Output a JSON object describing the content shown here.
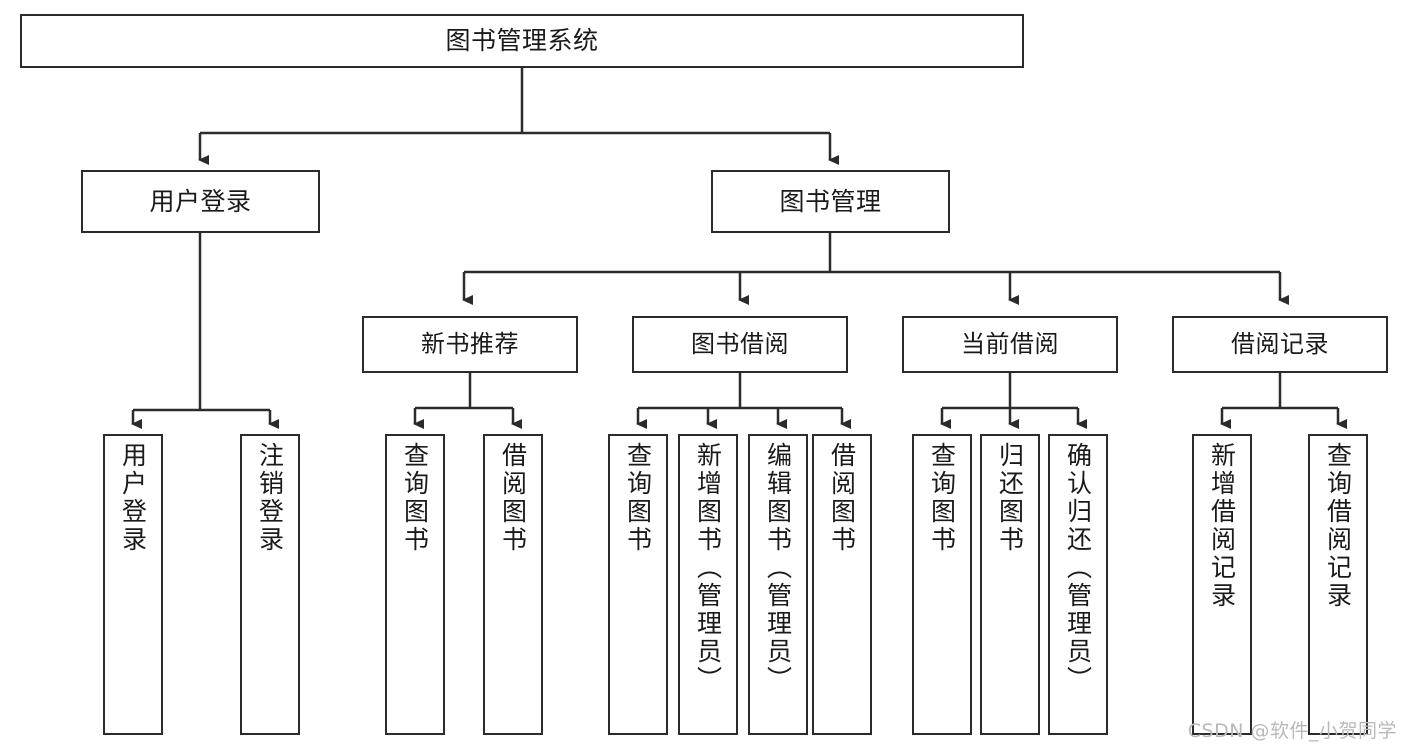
{
  "diagram": {
    "title": "图书管理系统",
    "type": "tree-hierarchy-chart",
    "watermark": "CSDN @软件_小贺同学",
    "root": {
      "id": "root",
      "label": "图书管理系统"
    },
    "level2": [
      {
        "id": "user-login",
        "label": "用户登录"
      },
      {
        "id": "book-manage",
        "label": "图书管理"
      }
    ],
    "level3": [
      {
        "id": "new-book-recommend",
        "label": "新书推荐"
      },
      {
        "id": "book-borrow",
        "label": "图书借阅"
      },
      {
        "id": "current-borrow",
        "label": "当前借阅"
      },
      {
        "id": "borrow-record",
        "label": "借阅记录"
      }
    ],
    "leaves": {
      "user_login": [
        {
          "id": "leaf-user-login",
          "label": "用户登录"
        },
        {
          "id": "leaf-logout-login",
          "label": "注销登录"
        }
      ],
      "new_book_recommend": [
        {
          "id": "leaf-query-book-1",
          "label": "查询图书"
        },
        {
          "id": "leaf-borrow-book-1",
          "label": "借阅图书"
        }
      ],
      "book_borrow": [
        {
          "id": "leaf-query-book-2",
          "label": "查询图书"
        },
        {
          "id": "leaf-add-book",
          "label": "新增图书（管理员）"
        },
        {
          "id": "leaf-edit-book",
          "label": "编辑图书（管理员）"
        },
        {
          "id": "leaf-borrow-book-2",
          "label": "借阅图书"
        }
      ],
      "current_borrow": [
        {
          "id": "leaf-query-book-3",
          "label": "查询图书"
        },
        {
          "id": "leaf-return-book",
          "label": "归还图书"
        },
        {
          "id": "leaf-confirm-return",
          "label": "确认归还（管理员）"
        }
      ],
      "borrow_record": [
        {
          "id": "leaf-add-record",
          "label": "新增借阅记录"
        },
        {
          "id": "leaf-query-record",
          "label": "查询借阅记录"
        }
      ]
    },
    "colors": {
      "stroke": "#2b2b2b",
      "fill": "#ffffff",
      "text": "#1a1a1a",
      "watermark": "#b9b9b9"
    }
  }
}
